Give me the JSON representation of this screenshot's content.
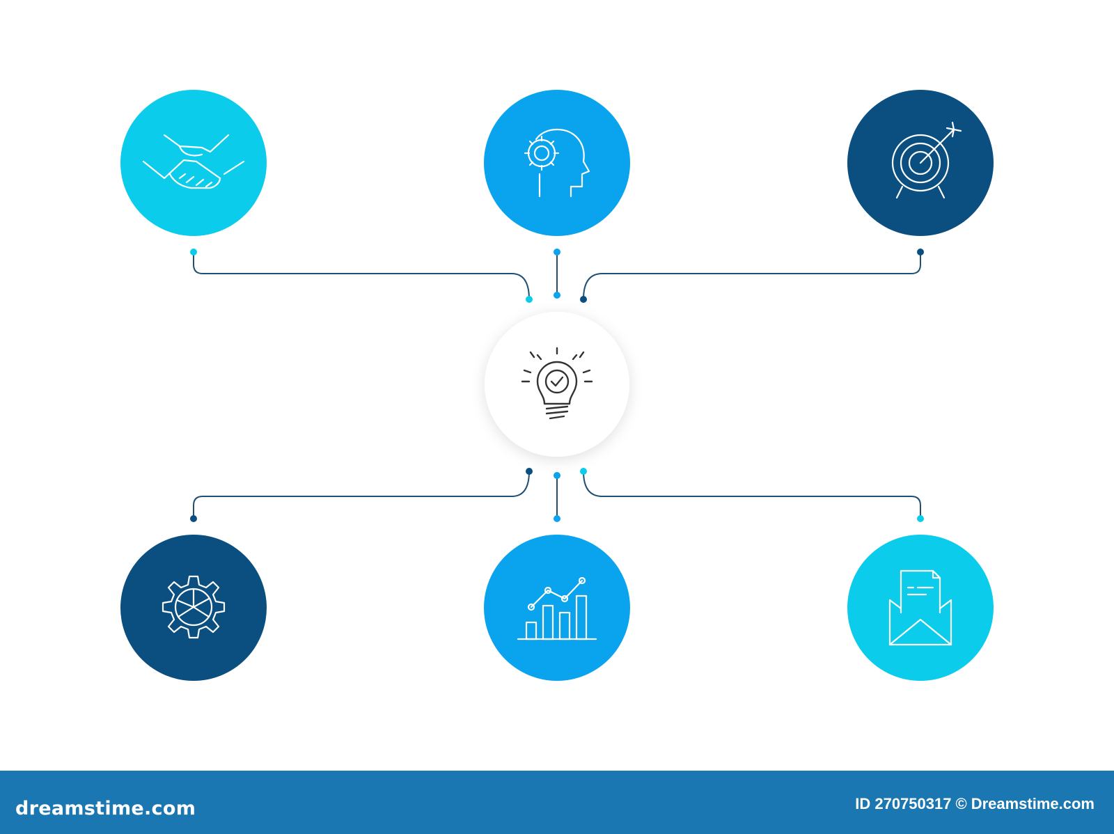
{
  "colors": {
    "cyan": "#0bcdeb",
    "sky_blue": "#0aa3ee",
    "navy": "#0b4f80",
    "connector": "#1f4f73",
    "hub_icon": "#333333",
    "banner": "#1a77b2"
  },
  "diagram": {
    "hub": {
      "icon": "lightbulb-check-icon"
    },
    "nodes": [
      {
        "id": "top-left",
        "icon": "handshake-icon",
        "color": "#0bcdeb"
      },
      {
        "id": "top-center",
        "icon": "head-gear-icon",
        "color": "#0aa3ee"
      },
      {
        "id": "top-right",
        "icon": "target-arrow-icon",
        "color": "#0b4f80"
      },
      {
        "id": "bottom-left",
        "icon": "gear-pie-icon",
        "color": "#0b4f80"
      },
      {
        "id": "bottom-center",
        "icon": "bar-line-chart-icon",
        "color": "#0aa3ee"
      },
      {
        "id": "bottom-right",
        "icon": "envelope-document-icon",
        "color": "#0bcdeb"
      }
    ]
  },
  "footer": {
    "brand": "dreamstime.com",
    "id_label": "ID 270750317",
    "copyright_symbol": "©",
    "site_name": "Dreamstime.com"
  }
}
